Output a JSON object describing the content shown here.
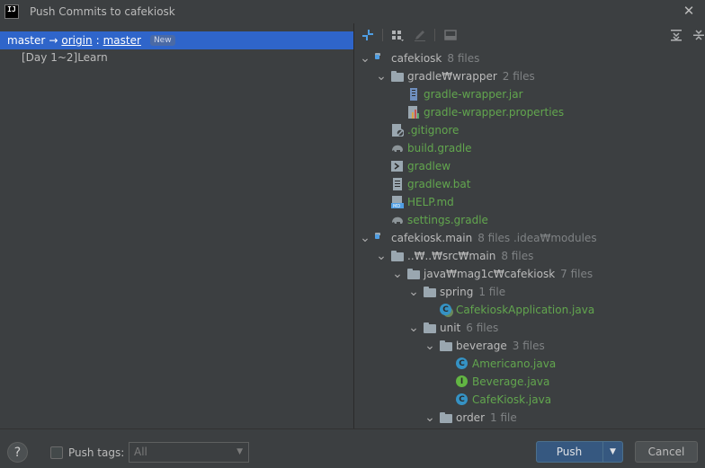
{
  "window": {
    "title": "Push Commits to cafekiosk"
  },
  "branch": {
    "local": "master",
    "arrow": "→",
    "remote": "origin",
    "separator": ":",
    "target": "master",
    "badge": "New"
  },
  "commits": [
    {
      "label": "[Day 1~2]Learn"
    }
  ],
  "tree": [
    {
      "level": 0,
      "expanded": true,
      "icon": "module-folder",
      "name": "cafekiosk",
      "count": "8 files",
      "color": "white"
    },
    {
      "level": 1,
      "expanded": true,
      "icon": "folder",
      "name": "gradle₩wrapper",
      "count": "2 files",
      "color": "white"
    },
    {
      "level": 2,
      "icon": "jar-file-icon",
      "name": "gradle-wrapper.jar",
      "color": "green"
    },
    {
      "level": 2,
      "icon": "properties-file-icon",
      "name": "gradle-wrapper.properties",
      "color": "green"
    },
    {
      "level": 1,
      "icon": "gitignore-file-icon",
      "name": ".gitignore",
      "color": "green"
    },
    {
      "level": 1,
      "icon": "gradle-file-icon",
      "name": "build.gradle",
      "color": "green"
    },
    {
      "level": 1,
      "icon": "shell-file-icon",
      "name": "gradlew",
      "color": "green"
    },
    {
      "level": 1,
      "icon": "text-file-icon",
      "name": "gradlew.bat",
      "color": "green"
    },
    {
      "level": 1,
      "icon": "markdown-file-icon",
      "name": "HELP.md",
      "color": "green"
    },
    {
      "level": 1,
      "icon": "gradle-file-icon",
      "name": "settings.gradle",
      "color": "green"
    },
    {
      "level": 0,
      "expanded": true,
      "icon": "module-folder",
      "name": "cafekiosk.main",
      "count": "8 files  .idea₩modules",
      "color": "white"
    },
    {
      "level": 1,
      "expanded": true,
      "icon": "folder",
      "name": "..₩..₩src₩main",
      "count": "8 files",
      "color": "white"
    },
    {
      "level": 2,
      "expanded": true,
      "icon": "folder",
      "name": "java₩mag1c₩cafekiosk",
      "count": "7 files",
      "color": "white"
    },
    {
      "level": 3,
      "expanded": true,
      "icon": "folder",
      "name": "spring",
      "count": "1 file",
      "color": "white"
    },
    {
      "level": 4,
      "icon": "spring-class-icon",
      "name": "CafekioskApplication.java",
      "color": "green"
    },
    {
      "level": 3,
      "expanded": true,
      "icon": "folder",
      "name": "unit",
      "count": "6 files",
      "color": "white"
    },
    {
      "level": 4,
      "expanded": true,
      "icon": "folder",
      "name": "beverage",
      "count": "3 files",
      "color": "white"
    },
    {
      "level": 5,
      "icon": "class-icon",
      "name": "Americano.java",
      "color": "green"
    },
    {
      "level": 5,
      "icon": "interface-icon",
      "name": "Beverage.java",
      "color": "green"
    },
    {
      "level": 5,
      "icon": "class-icon",
      "name": "CafeKiosk.java",
      "color": "green"
    },
    {
      "level": 4,
      "expanded": true,
      "icon": "folder",
      "name": "order",
      "count": "1 file",
      "color": "white"
    }
  ],
  "footer": {
    "help": "?",
    "push_tags_label": "Push tags:",
    "push_tags_value": "All",
    "push_label": "Push",
    "cancel_label": "Cancel"
  },
  "colors": {
    "accent": "#2f65ca",
    "changed_file": "#62a64e",
    "background": "#3c3f41"
  }
}
